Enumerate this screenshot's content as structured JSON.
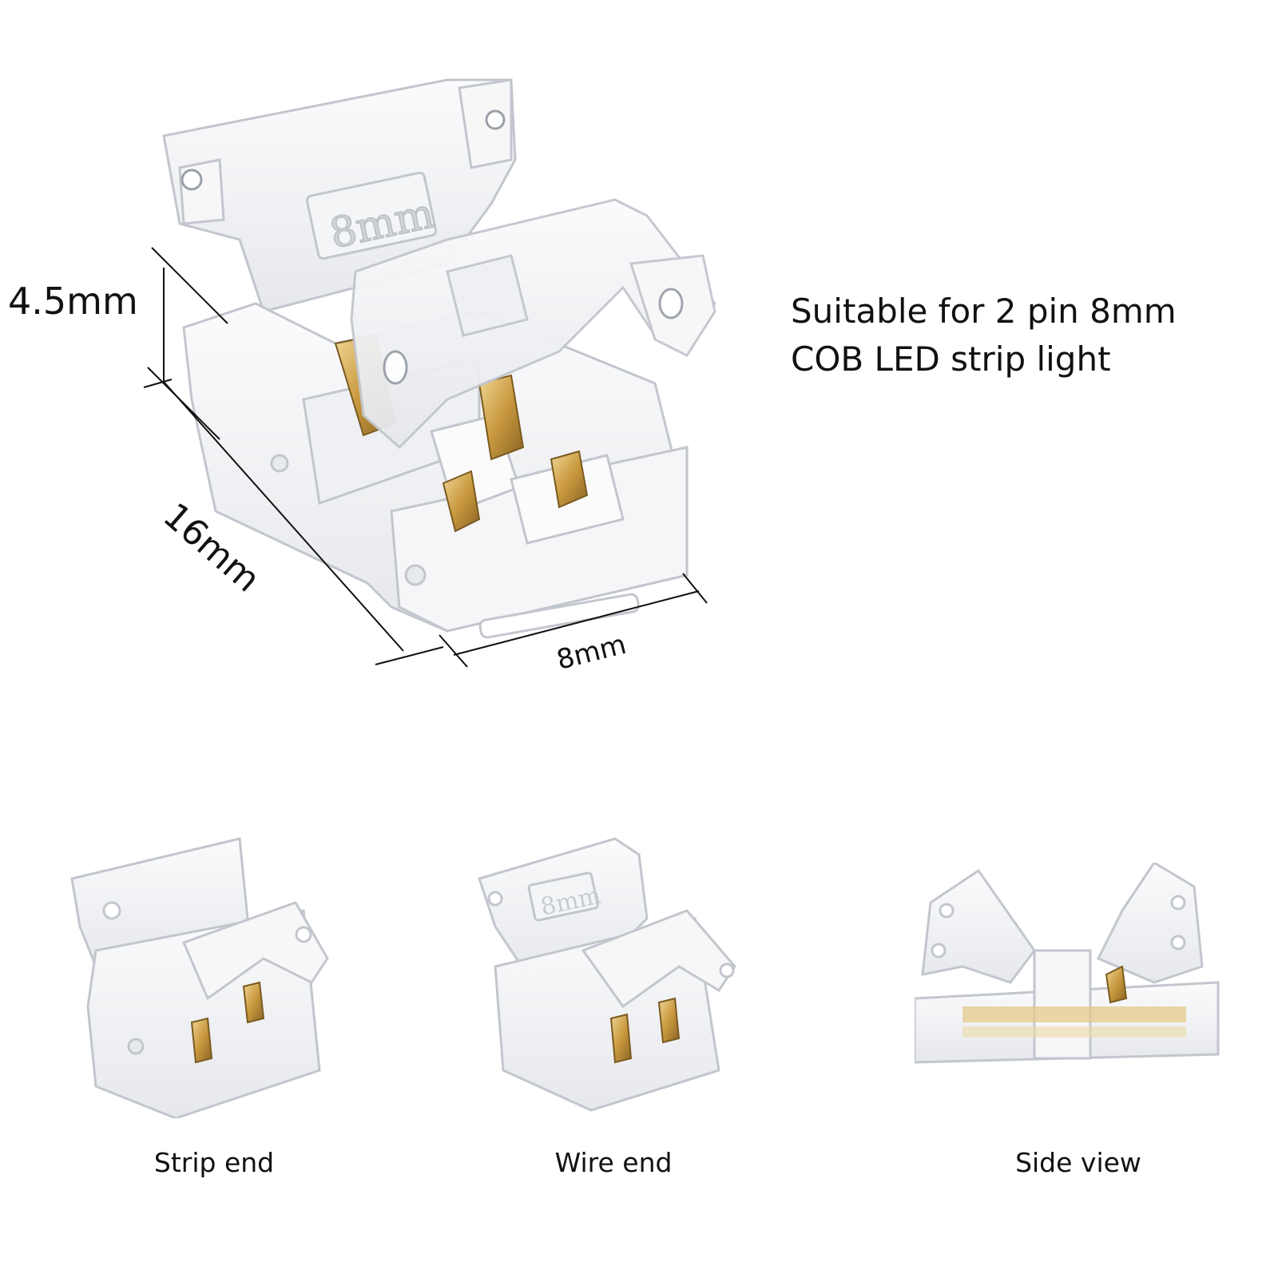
{
  "dimensions": {
    "height": "4.5mm",
    "length": "16mm",
    "width": "8mm",
    "housing_marking": "8mm"
  },
  "description": {
    "line1": "Suitable for 2 pin 8mm",
    "line2": "COB LED strip light"
  },
  "views": [
    {
      "caption": "Strip end"
    },
    {
      "caption": "Wire end"
    },
    {
      "caption": "Side view"
    }
  ],
  "colors": {
    "plastic": "#f2f3f5",
    "plastic_edge": "#c9ccd2",
    "contact_gold": "#d9b56a",
    "line": "#111111"
  }
}
